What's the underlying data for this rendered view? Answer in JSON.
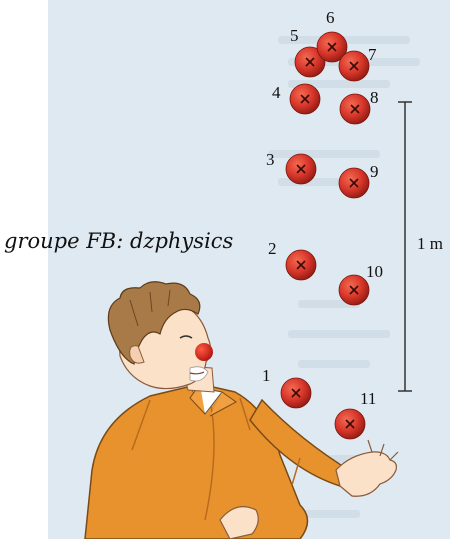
{
  "watermark": "groupe FB: dzphysics",
  "ruler": {
    "label": "1 m"
  },
  "balls": [
    {
      "label": "1"
    },
    {
      "label": "2"
    },
    {
      "label": "3"
    },
    {
      "label": "4"
    },
    {
      "label": "5"
    },
    {
      "label": "6"
    },
    {
      "label": "7"
    },
    {
      "label": "8"
    },
    {
      "label": "9"
    },
    {
      "label": "10"
    },
    {
      "label": "11"
    }
  ],
  "colors": {
    "ball": "#d8362a",
    "background": "#dfe9f2",
    "shirt": "#e8922e"
  }
}
